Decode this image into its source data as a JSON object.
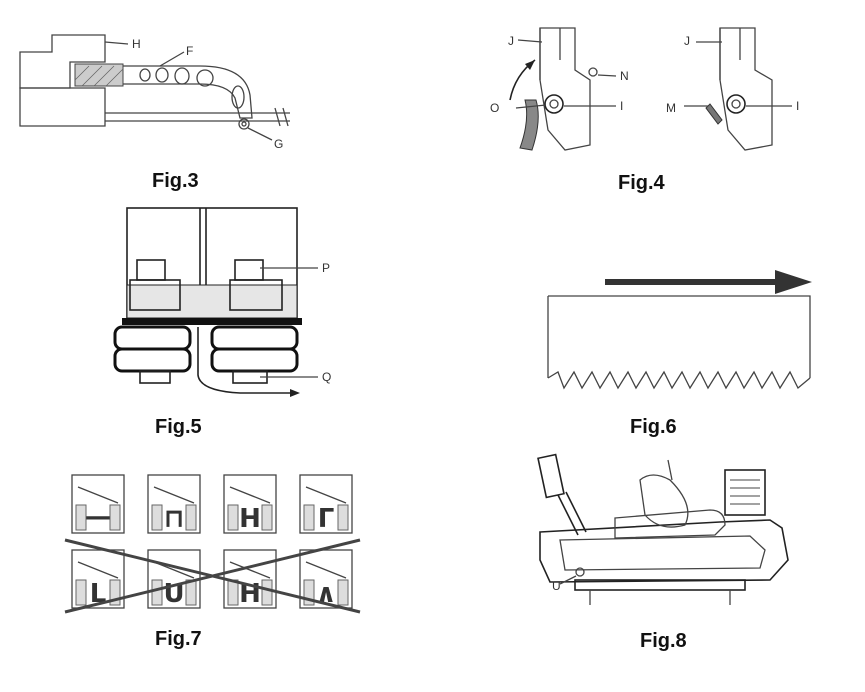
{
  "figures": [
    {
      "caption": "Fig.3",
      "labels": [
        "H",
        "F",
        "G"
      ]
    },
    {
      "caption": "Fig.4",
      "labels": [
        "J",
        "N",
        "O",
        "I",
        "J",
        "M",
        "I"
      ]
    },
    {
      "caption": "Fig.5",
      "labels": [
        "P",
        "Q"
      ]
    },
    {
      "caption": "Fig.6",
      "labels": []
    },
    {
      "caption": "Fig.7",
      "symbols": [
        "—",
        "⊓",
        "H",
        "Γ",
        "L",
        "U",
        "H",
        "∧"
      ]
    },
    {
      "caption": "Fig.8",
      "labels": [
        "U"
      ]
    }
  ]
}
